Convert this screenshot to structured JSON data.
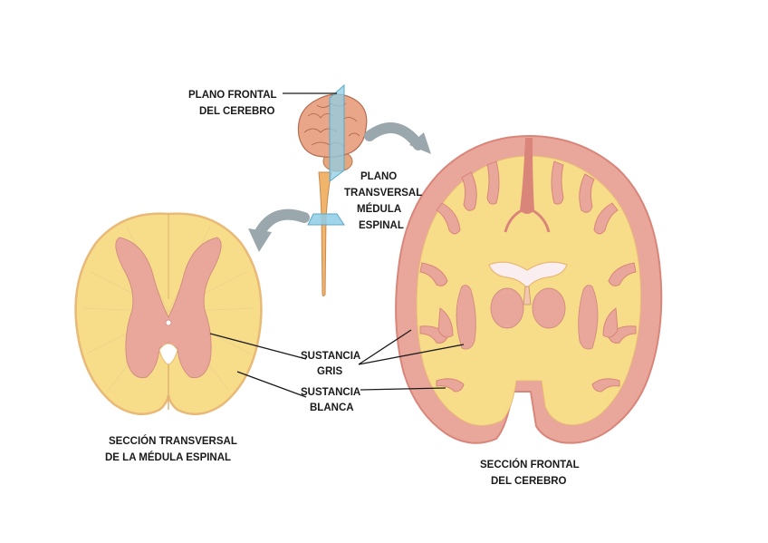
{
  "labels": {
    "plano_frontal_1": "PLANO FRONTAL",
    "plano_frontal_2": "DEL CEREBRO",
    "plano_transversal_1": "PLANO",
    "plano_transversal_2": "TRANSVERSAL",
    "plano_transversal_3": "MÉDULA",
    "plano_transversal_4": "ESPINAL",
    "sustancia_gris_1": "SUSTANCIA",
    "sustancia_gris_2": "GRIS",
    "sustancia_blanca_1": "SUSTANCIA",
    "sustancia_blanca_2": "BLANCA",
    "seccion_medula_1": "SECCIÓN TRANSVERSAL",
    "seccion_medula_2": "DE LA MÉDULA ESPINAL",
    "seccion_cerebro_1": "SECCIÓN FRONTAL",
    "seccion_cerebro_2": "DEL CEREBRO"
  },
  "colors": {
    "white_matter": "#f7dd8a",
    "gray_matter": "#e8a79a",
    "cortex_edge": "#d9857a",
    "plane": "#8fcde6",
    "arrow": "#9aa7ad",
    "text": "#1a1a1a"
  }
}
